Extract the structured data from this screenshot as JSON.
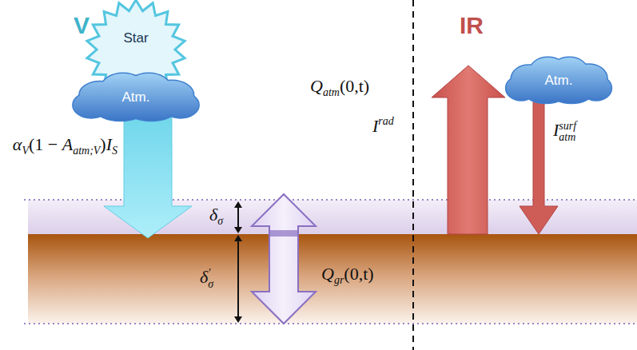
{
  "diagram": {
    "nodes": [
      {
        "text": [
          "Star"
        ]
      },
      {
        "text": [
          "Atm."
        ]
      },
      {
        "text": [
          "Atm."
        ]
      }
    ],
    "labels": [
      "V",
      "IR",
      "α",
      "V",
      "(1 − ",
      "A",
      "atm;V",
      ")",
      "I",
      "S",
      "Q",
      "atm",
      "(0,t)",
      "δ",
      "σ",
      "δ",
      "'",
      "σ",
      "Q",
      "gr",
      "(0,t)",
      "I",
      "rad",
      "I",
      "surf",
      "atm"
    ]
  }
}
